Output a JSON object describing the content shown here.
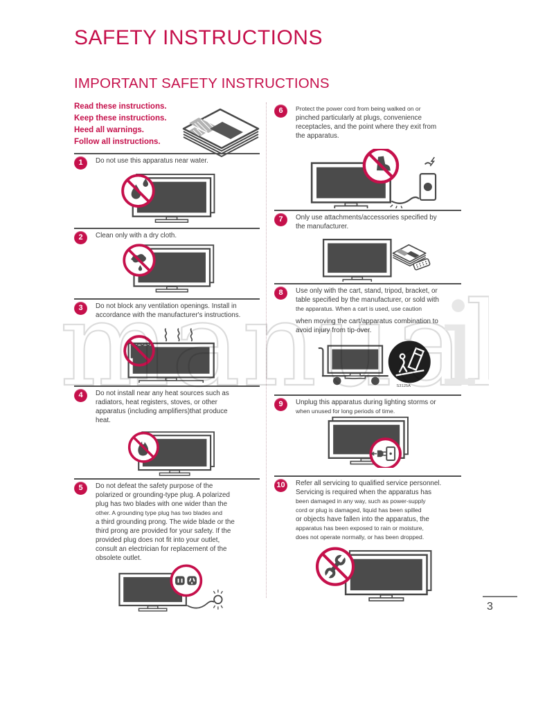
{
  "page": {
    "title": "SAFETY INSTRUCTIONS",
    "subtitle": "IMPORTANT SAFETY INSTRUCTIONS",
    "page_number": "3"
  },
  "intro": {
    "lines": [
      "Read these instructions.",
      "Keep these instructions.",
      "Heed all warnings.",
      "Follow all instructions."
    ]
  },
  "watermark": {
    "outline_text": "manual",
    "solid_text": "i"
  },
  "colors": {
    "accent": "#c5104b",
    "ink": "#474747",
    "screen": "#4b4b4b",
    "text": "#3a3a3a",
    "rule": "#4f4f4f",
    "divider": "#cbaeb6",
    "watermark_stroke": "#d9d9d9",
    "watermark_fill": "#e6e6e6"
  },
  "items": [
    {
      "num": "1",
      "illustration": "no-water-tv",
      "lines": [
        {
          "t": "Do not use this apparatus near water."
        }
      ]
    },
    {
      "num": "2",
      "illustration": "no-wet-cloth-tv",
      "lines": [
        {
          "t": "Clean only with a dry cloth."
        }
      ]
    },
    {
      "num": "3",
      "illustration": "no-blocked-vents-tv",
      "lines": [
        {
          "t": "Do not block any ventilation openings. Install in"
        },
        {
          "t": "accordance with the manufacturer's instructions."
        }
      ]
    },
    {
      "num": "4",
      "illustration": "no-heat-sources-tv",
      "lines": [
        {
          "t": "Do not install near any heat sources such as"
        },
        {
          "t": "radiators, heat registers, stoves, or other"
        },
        {
          "t": "apparatus (including amplifiers)that produce"
        },
        {
          "t": "heat."
        }
      ]
    },
    {
      "num": "5",
      "illustration": "polarized-plug-outlet-tv",
      "lines": [
        {
          "t": "Do not defeat the safety purpose of the"
        },
        {
          "t": "polarized or grounding-type plug. A polarized"
        },
        {
          "t": "plug has two blades with one wider than the"
        },
        {
          "t": "other. A grounding type plug has two blades and",
          "small": true
        },
        {
          "t": "a third grounding prong. The wide blade or the"
        },
        {
          "t": "third prong are provided for your safety. If the"
        },
        {
          "t": "provided plug does not fit into your outlet,"
        },
        {
          "t": "consult an electrician for replacement of the"
        },
        {
          "t": "obsolete outlet."
        }
      ]
    },
    {
      "num": "6",
      "illustration": "no-step-on-cord-tv",
      "lines": [
        {
          "t": "Protect the power cord from being walked on or",
          "small": true
        },
        {
          "t": "pinched particularly at plugs, convenience"
        },
        {
          "t": "receptacles, and the point where they exit from"
        },
        {
          "t": "the apparatus."
        }
      ]
    },
    {
      "num": "7",
      "illustration": "manufacturer-accessories-tv",
      "lines": [
        {
          "t": "Only use attachments/accessories specified by"
        },
        {
          "t": "the manufacturer."
        }
      ]
    },
    {
      "num": "8",
      "illustration": "tv-cart-tip-over",
      "symbol_label": "S3125A",
      "lines": [
        {
          "t": "Use only with the cart, stand, tripod, bracket, or"
        },
        {
          "t": "table specified by the manufacturer, or sold with"
        },
        {
          "t": "the apparatus. When a cart is used, use caution",
          "small": true
        },
        {
          "t": "when moving the cart/apparatus combination to",
          "gap": true
        },
        {
          "t": "avoid injury from tip-over."
        }
      ]
    },
    {
      "num": "9",
      "illustration": "unplug-tv",
      "lines": [
        {
          "t": "Unplug this apparatus during lighting storms or"
        },
        {
          "t": "when unused for long periods of time.",
          "small": true
        }
      ]
    },
    {
      "num": "10",
      "illustration": "no-self-service-tv",
      "lines": [
        {
          "t": "Refer all servicing to qualified service personnel."
        },
        {
          "t": "Servicing is required when the apparatus has"
        },
        {
          "t": "been damaged in any way, such as power-supply",
          "small": true
        },
        {
          "t": "cord or plug is damaged, liquid has been spilled",
          "small": true
        },
        {
          "t": "or objects have fallen into the apparatus, the"
        },
        {
          "t": "apparatus has been exposed to rain or moisture,",
          "small": true
        },
        {
          "t": "does not operate normally, or has been dropped.",
          "small": true
        }
      ]
    }
  ]
}
